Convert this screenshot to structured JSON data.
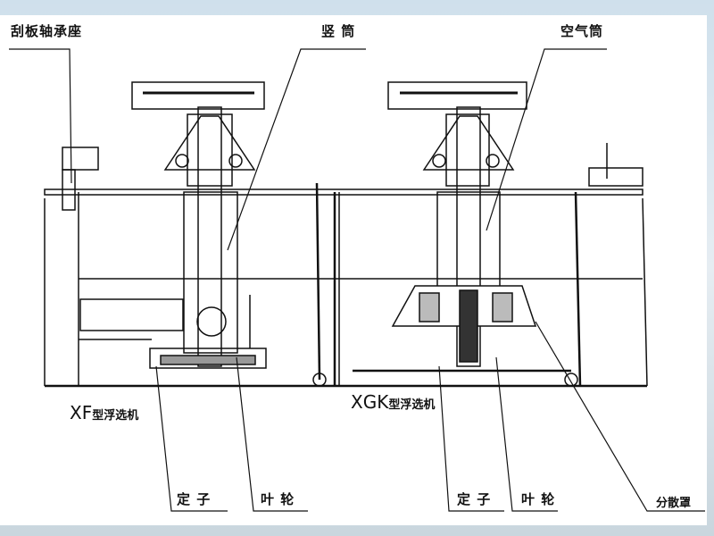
{
  "labels": {
    "scraper_bearing_seat": "刮板轴承座",
    "vertical_tube": "竖 筒",
    "air_tube": "空气筒",
    "stator_1": "定 子",
    "impeller_1": "叶 轮",
    "stator_2": "定 子",
    "impeller_2": "叶 轮",
    "dispersion_hood": "分散罩"
  },
  "models": {
    "xf_code": "XF",
    "xf_suffix": "型浮选机",
    "xgk_code": "XGK",
    "xgk_suffix": "型浮选机"
  }
}
